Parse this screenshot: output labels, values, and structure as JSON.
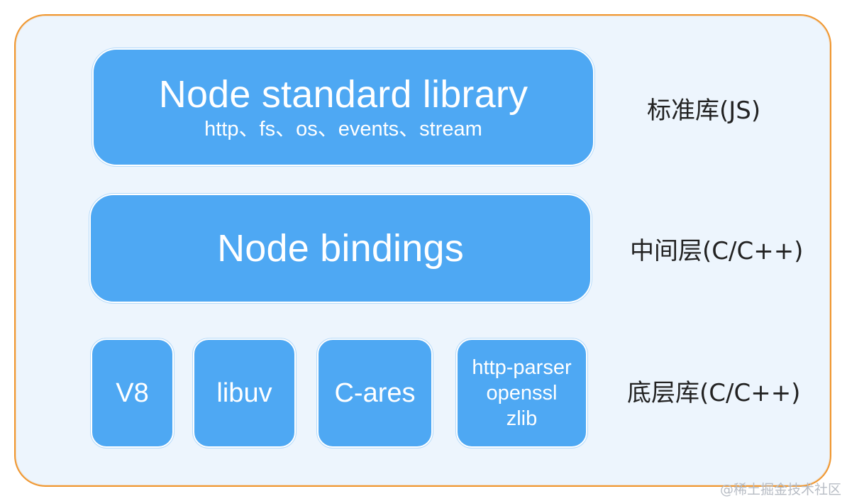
{
  "layers": {
    "standard": {
      "title": "Node standard library",
      "modules": "http、fs、os、events、stream",
      "side_label": "标准库(JS)"
    },
    "bindings": {
      "title": "Node bindings",
      "side_label": "中间层(C/C++)"
    },
    "low": {
      "side_label": "底层库(C/C++)",
      "items": [
        {
          "label": "V8"
        },
        {
          "label": "libuv"
        },
        {
          "label": "C-ares"
        },
        {
          "lines": [
            "http-parser",
            "openssl",
            "zlib"
          ]
        }
      ]
    }
  },
  "watermark": "@稀土掘金技术社区",
  "colors": {
    "box_fill": "#4ea8f3",
    "frame_border": "#f0962e",
    "frame_fill": "#edf5fd",
    "label_text": "#222222"
  }
}
